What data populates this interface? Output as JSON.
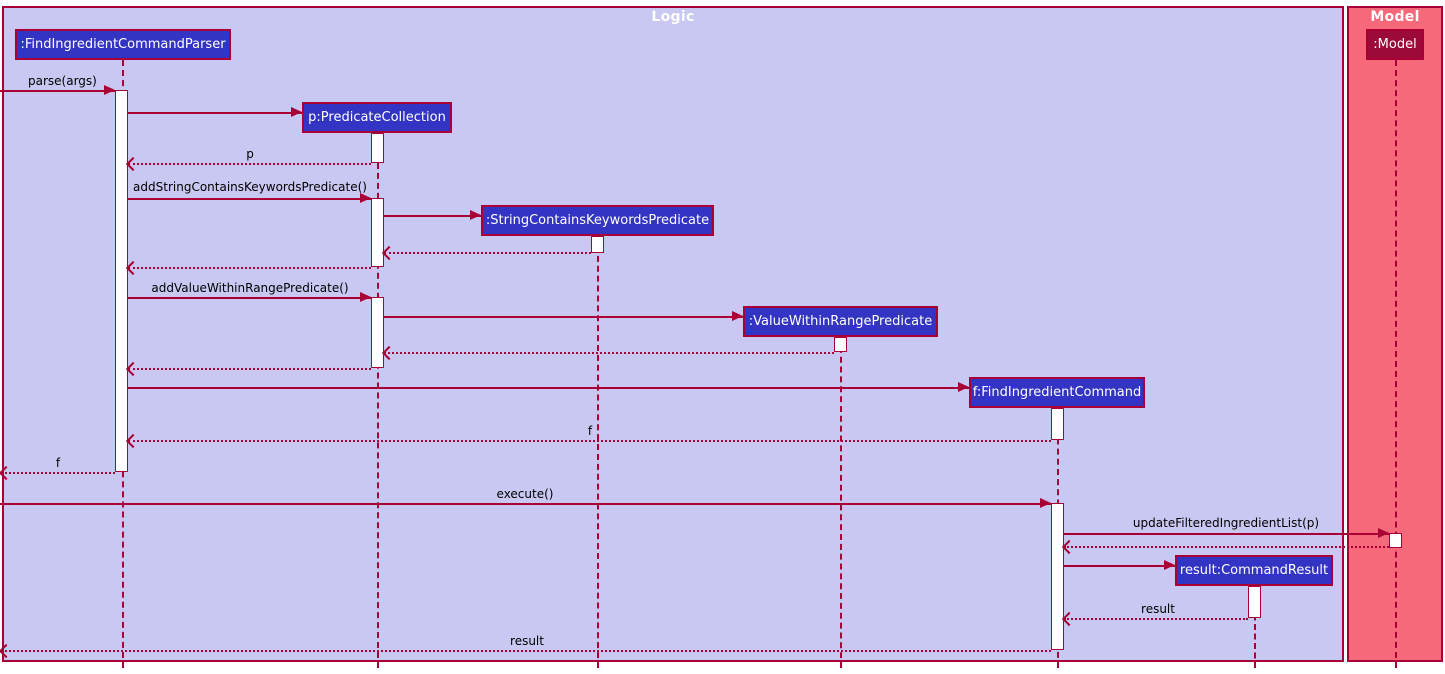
{
  "frames": {
    "logic": {
      "title": "Logic"
    },
    "model": {
      "title": "Model"
    }
  },
  "participants": {
    "parser": ":FindIngredientCommandParser",
    "predicate_collection": "p:PredicateCollection",
    "string_predicate": ":StringContainsKeywordsPredicate",
    "value_predicate": ":ValueWithinRangePredicate",
    "find_command": "f:FindIngredientCommand",
    "command_result": "result:CommandResult",
    "model": ":Model"
  },
  "messages": {
    "parse": "parse(args)",
    "return_p": "p",
    "add_string": "addStringContainsKeywordsPredicate()",
    "add_value": "addValueWithinRangePredicate()",
    "return_f_inner": "f",
    "return_f_outer": "f",
    "execute": "execute()",
    "update_filtered": "updateFilteredIngredientList(p)",
    "return_result_inner": "result",
    "return_result_outer": "result"
  },
  "colors": {
    "frame_border": "#A80036",
    "logic_background": "#C8C8F2",
    "model_background": "#F5697A",
    "participant_fill": "#3333C4",
    "model_participant_fill": "#9C0A38",
    "participant_text": "#FFFFFF",
    "message_line": "#A80036",
    "message_text": "#000000"
  }
}
